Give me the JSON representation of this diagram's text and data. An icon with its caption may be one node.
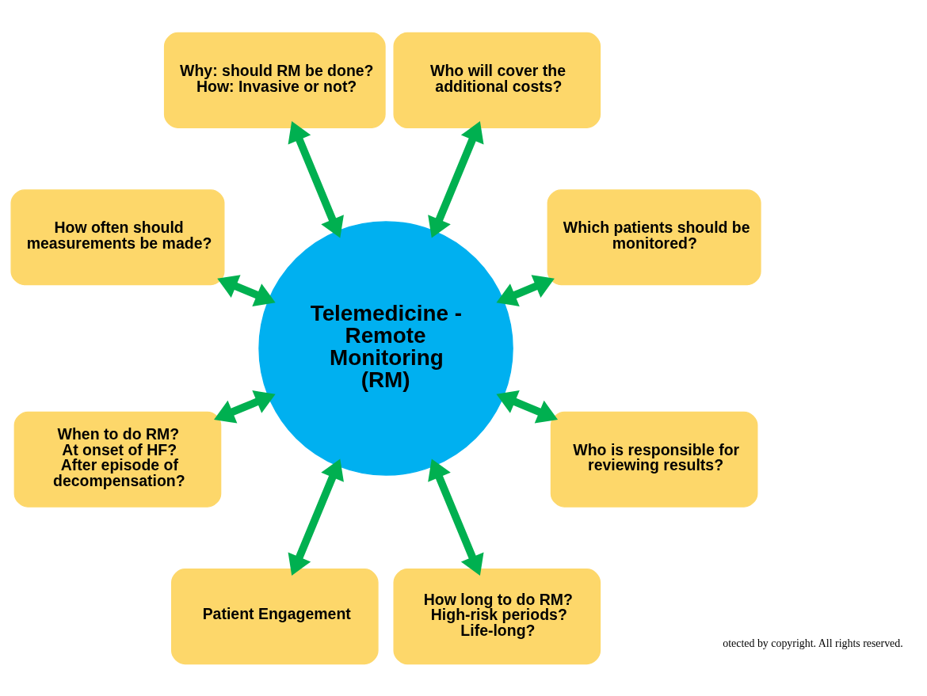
{
  "diagram": {
    "nodes": [
      {
        "text": [
          "Which patients should be monitored?"
        ]
      },
      {
        "text": [
          "Who will cover the additional costs?"
        ]
      },
      {
        "text": [
          "Why: should RM be done?",
          "How: Invasive or not?"
        ]
      },
      {
        "text": [
          "How often should measurements be made?"
        ]
      },
      {
        "text": [
          "Telemedicine - Remote Monitoring (RM)"
        ]
      },
      {
        "text": [
          "When to do RM?",
          "At onset of HF?",
          "After episode of decompensation?"
        ]
      },
      {
        "text": [
          "Patient Engagement"
        ]
      },
      {
        "text": [
          "How long to do RM?",
          "High-risk periods?",
          "Life-long?"
        ]
      },
      {
        "text": [
          "Who is responsible for reviewing results?"
        ]
      }
    ],
    "edges": [
      {
        "from": 4,
        "to": 0,
        "arrow": "both",
        "color": "#00b050"
      },
      {
        "from": 4,
        "to": 2,
        "arrow": "both",
        "color": "#00b050"
      },
      {
        "from": 4,
        "to": 5,
        "arrow": "both",
        "color": "#00b050"
      },
      {
        "from": 4,
        "to": 7,
        "arrow": "both",
        "color": "#00b050"
      },
      {
        "from": 4,
        "to": 8,
        "arrow": "both",
        "color": "#00b050"
      },
      {
        "from": 4,
        "to": 6,
        "arrow": "both",
        "color": "#00b050"
      },
      {
        "from": 4,
        "to": 3,
        "arrow": "both",
        "color": "#00b050"
      },
      {
        "from": 4,
        "to": 1,
        "arrow": "both",
        "color": "#00b050"
      }
    ],
    "labels": [
      "otected by copyright. All rights reserved."
    ]
  }
}
